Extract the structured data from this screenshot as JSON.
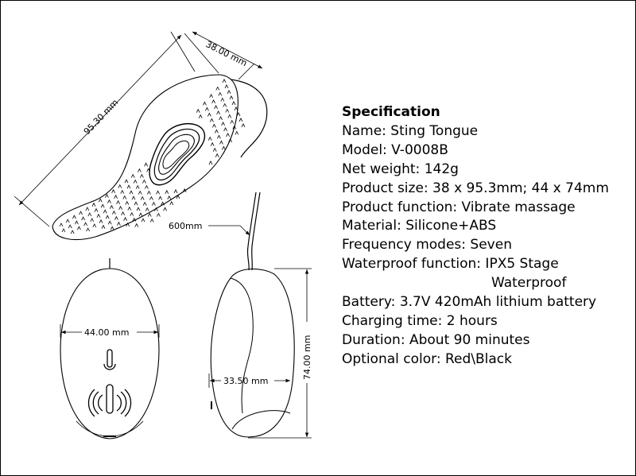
{
  "dimensions": {
    "width_top": "38.00 mm",
    "length_top": "95.30 mm",
    "cable": "600mm",
    "front_width": "44.00 mm",
    "side_depth": "33.50 mm",
    "side_height": "74.00 mm"
  },
  "spec": {
    "title": "Specification",
    "lines": [
      "Name: Sting Tongue",
      "Model: V-0008B",
      "Net weight: 142g",
      "Product size: 38 x 95.3mm; 44 x 74mm",
      "Product function: Vibrate massage",
      "Material: Silicone+ABS",
      "Frequency modes: Seven",
      "Waterproof function: IPX5 Stage",
      "Waterproof",
      "Battery: 3.7V 420mAh lithium battery",
      "Charging time: 2 hours",
      "Duration: About 90 minutes",
      "Optional color: Red\\Black"
    ]
  },
  "icons": [
    "power-icon",
    "vibration-icon"
  ]
}
